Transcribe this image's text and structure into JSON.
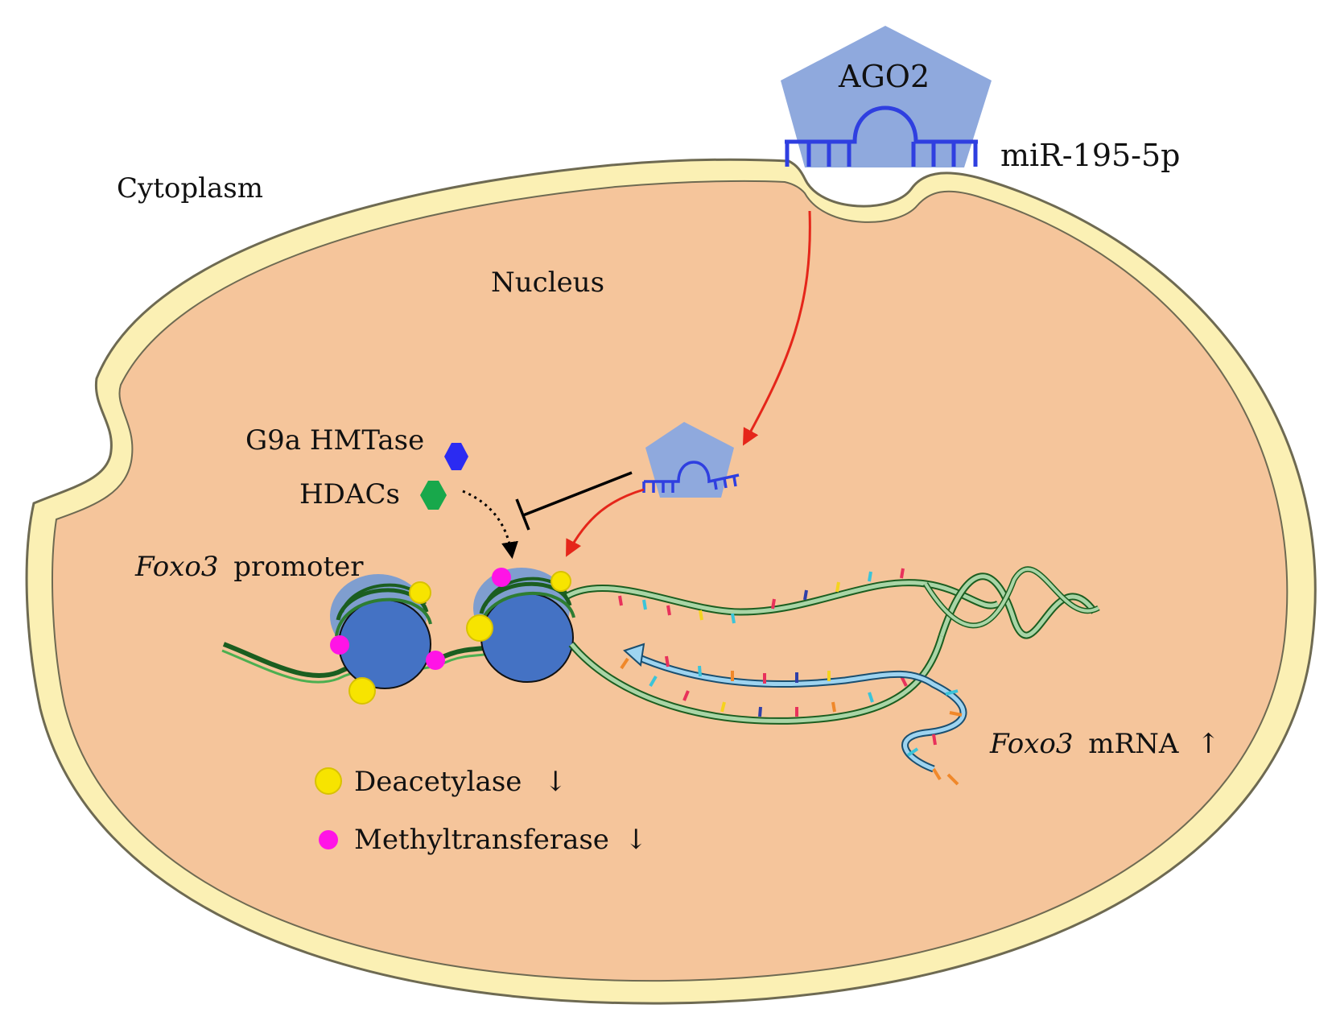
{
  "labels": {
    "cytoplasm": "Cytoplasm",
    "nucleus": "Nucleus",
    "ago2": "AGO2",
    "mirna": "miR-195-5p",
    "g9a": "G9a HMTase",
    "hdacs": "HDACs",
    "promoter_gene": "Foxo3",
    "promoter_word": "promoter",
    "mrna_gene": "Foxo3",
    "mrna_word": "mRNA",
    "mrna_arrow": "↑"
  },
  "legend": {
    "items": [
      {
        "label": "Deacetylase",
        "arrow": "↓",
        "swatch": "yellow-dot-icon"
      },
      {
        "label": "Methyltransferase",
        "arrow": "↓",
        "swatch": "magenta-dot-icon"
      }
    ]
  },
  "colors": {
    "nucleus_fill": "#F5C59B",
    "membrane_fill": "#FBF0B4",
    "membrane_stroke": "#6E6A52",
    "ago2_fill": "#8FA9DD",
    "mirna_stroke": "#2F3FE0",
    "histone_fill": "#4472C4",
    "dna_green": "#2E7D32",
    "dna_light": "#A9D5A6",
    "mrna_blue": "#9ED4F0",
    "deacetylase": "#F7E400",
    "methyltransferase": "#FF14E6",
    "g9a": "#2B2BF2",
    "hdacs": "#18A84B",
    "activation_arrow": "#E5261A",
    "inhibition": "#000000"
  }
}
